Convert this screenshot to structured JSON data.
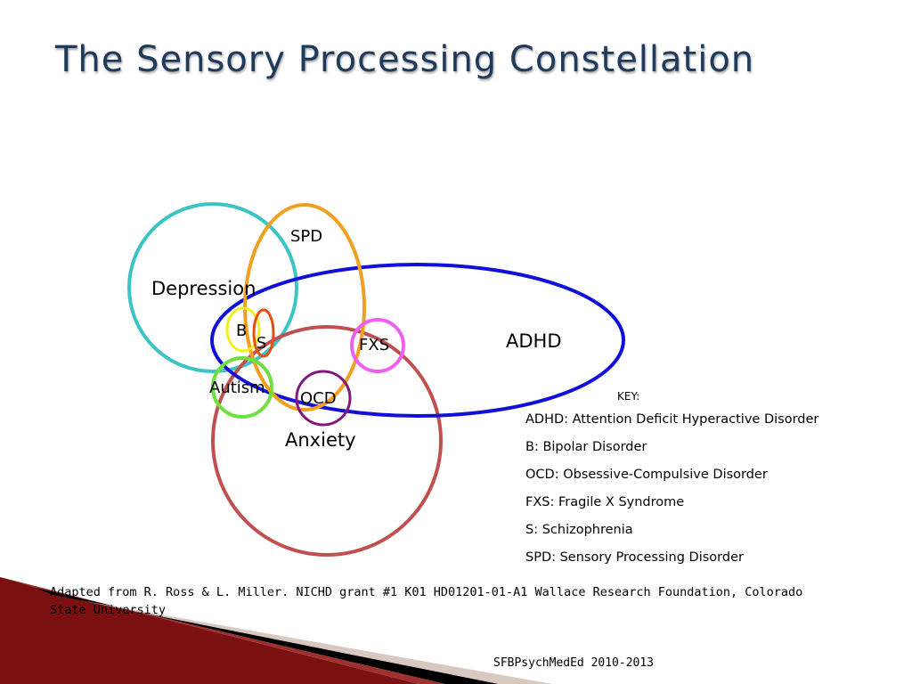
{
  "title": "The Sensory Processing Constellation",
  "diagram": {
    "labels": {
      "spd": "SPD",
      "depression": "Depression",
      "b": "B",
      "s": "S",
      "fxs": "FXS",
      "adhd": "ADHD",
      "autism": "Autism",
      "ocd": "OCD",
      "anxiety": "Anxiety"
    },
    "colors": {
      "depression": "#3cc4c4",
      "spd": "#f0a020",
      "adhd": "#1010d8",
      "b": "#f0f020",
      "s": "#e05010",
      "fxs": "#f060f0",
      "autism": "#70e040",
      "ocd": "#801880",
      "anxiety": "#c05050"
    }
  },
  "key": {
    "title": "KEY:",
    "items": [
      "ADHD: Attention Deficit Hyperactive Disorder",
      "B: Bipolar Disorder",
      "OCD: Obsessive-Compulsive Disorder",
      "FXS: Fragile X Syndrome",
      "S: Schizophrenia",
      "SPD: Sensory Processing Disorder"
    ]
  },
  "credit": "Adapted from R. Ross & L. Miller.  NICHD grant #1 K01 HD01201-01-A1  Wallace Research Foundation, Colorado State University",
  "footer": "SFBPsychMedEd 2010-2013"
}
